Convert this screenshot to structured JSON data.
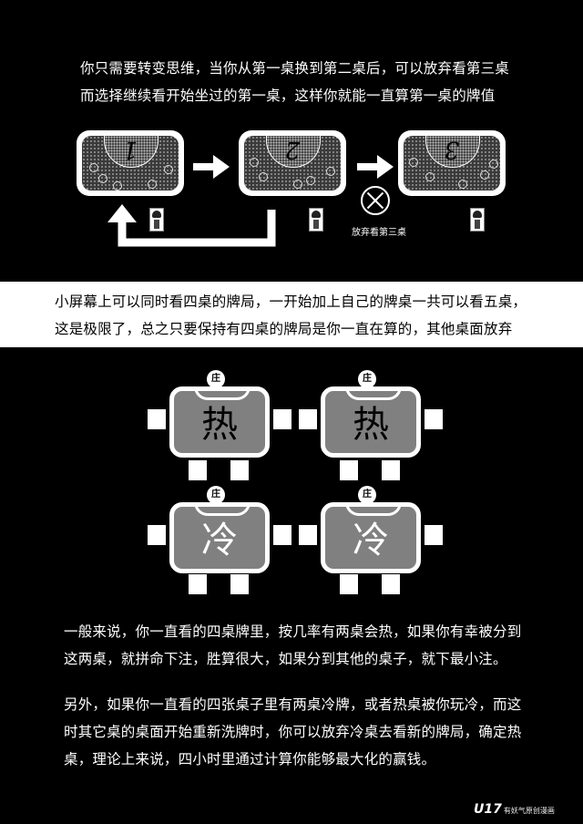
{
  "intro": {
    "line1": "你只需要转变思维，当你从第一桌换到第二桌后，可以放弃看第三桌",
    "line2": "而选择继续看开始坐过的第一桌，这样你就能一直算第一桌的牌值"
  },
  "tables_row": {
    "table1_num": "1",
    "table2_num": "2",
    "table3_num": "3",
    "skip_label": "放弃看第三桌"
  },
  "band": {
    "line1": "小屏幕上可以同时看四桌的牌局，一开始加上自己的牌桌一共可以看五桌，",
    "line2": "这是极限了，总之只要保持有四桌的牌局是你一直在算的，其他桌面放弃"
  },
  "grid": {
    "dealer": "庄",
    "hot": "热",
    "cold": "冷"
  },
  "para1": {
    "line1": "一般来说，你一直看的四桌牌里，按几率有两桌会热，如果你有幸被分到",
    "line2": "这两桌，就拼命下注，胜算很大，如果分到其他的桌子，就下最小注。"
  },
  "para2": {
    "line1": "另外，如果你一直看的四张桌子里有两桌冷牌，或者热桌被你玩冷，而这",
    "line2": "时其它桌的桌面开始重新洗牌时，你可以放弃冷桌去看新的牌局，确定热",
    "line3": "桌，理论上来说，四小时里通过计算你能够最大化的赢钱。"
  },
  "watermark": {
    "brand": "U17",
    "sub": "有妖气原创漫画"
  }
}
